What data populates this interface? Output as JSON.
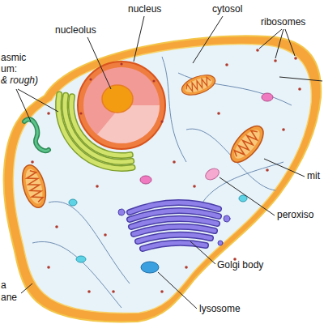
{
  "diagram": {
    "labels": [
      "nucleus",
      "cytosol",
      "ribosomes",
      "nucleolus",
      "asmic",
      "um:",
      "& rough)",
      "mit",
      "peroxiso",
      "Golgi body",
      "a",
      "ane",
      "lysosome"
    ]
  }
}
